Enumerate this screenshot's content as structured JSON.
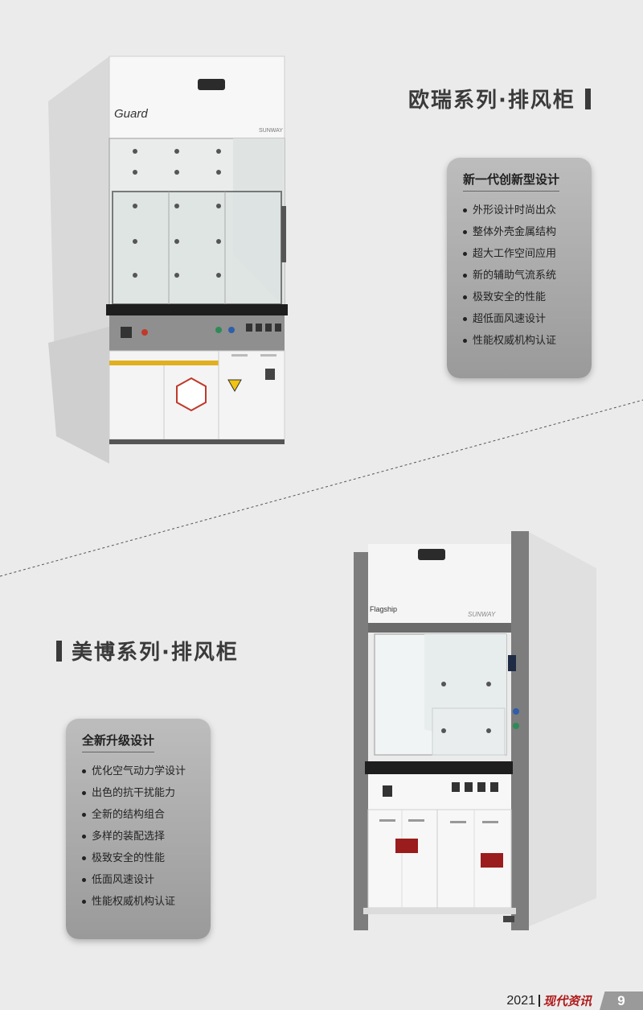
{
  "section_a": {
    "title": "欧瑞系列·排风柜",
    "features_heading": "新一代创新型设计",
    "features": [
      "外形设计时尚出众",
      "整体外壳金属结构",
      "超大工作空间应用",
      "新的辅助气流系统",
      "极致安全的性能",
      "超低面风速设计",
      "性能权威机构认证"
    ],
    "product": {
      "brand": "Guard",
      "maker": "SUNWAY"
    }
  },
  "section_b": {
    "title": "美博系列·排风柜",
    "features_heading": "全新升级设计",
    "features": [
      "优化空气动力学设计",
      "出色的抗干扰能力",
      "全新的结构组合",
      "多样的装配选择",
      "极致安全的性能",
      "低面风速设计",
      "性能权威机构认证"
    ],
    "product": {
      "brand": "Flagship",
      "maker": "SUNWAY"
    }
  },
  "footer": {
    "year": "2021",
    "magazine": "现代资讯",
    "page_number": "9"
  },
  "colors": {
    "background": "#ebebeb",
    "accent": "#b01a1a",
    "panel": "#a8a8a8",
    "text": "#3a3a3a"
  }
}
